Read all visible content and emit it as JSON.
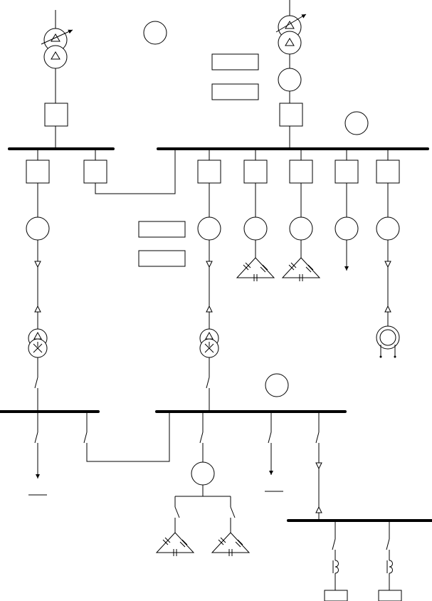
{
  "diagram": {
    "type": "single-line electrical schematic",
    "labels": [],
    "colors": {
      "line": "#000000",
      "background": "#ffffff"
    },
    "components": {
      "on_load_tap_changing_transformers": 2,
      "main_busbars_upper": 2,
      "circuit_breaker_boxes": 9,
      "feeder_circles": 6,
      "blank_label_boxes": 4,
      "empty_reference_circles": 3,
      "capacitor_banks_delta": 4,
      "station_transformers": 2,
      "reactor_or_generator_symbol": 1,
      "lower_busbars": 3,
      "disconnect_switches": 11,
      "current_transformers": 2,
      "terminal_boxes": 2
    }
  }
}
